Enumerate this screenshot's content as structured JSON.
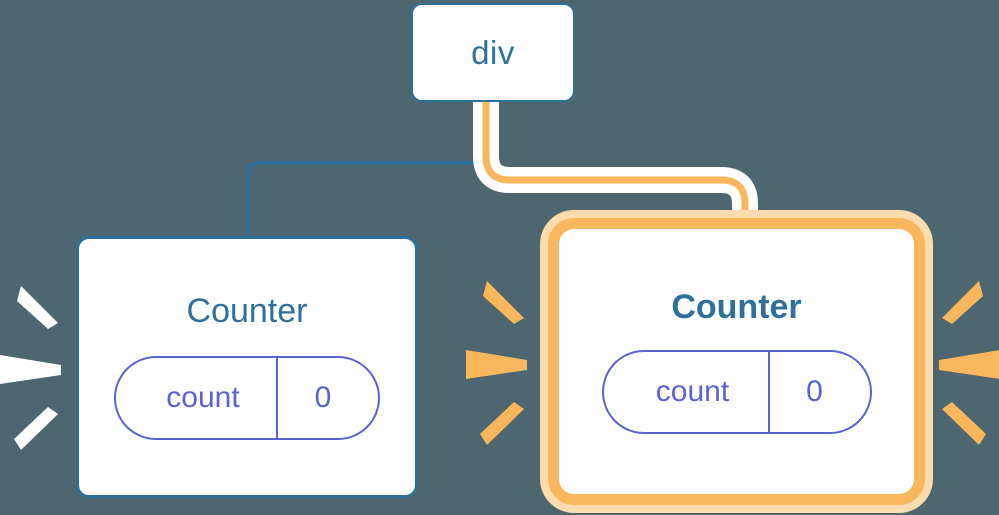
{
  "diagram": {
    "title": "React component tree re-render diagram",
    "background_color": "#4d666f",
    "nodes": {
      "root": {
        "label": "div",
        "border_color": "#2e7099",
        "text_color": "#2e7099"
      },
      "counter_plain": {
        "title": "Counter",
        "border_color": "#2e7099",
        "title_color": "#2e7099",
        "state": {
          "key": "count",
          "value": "0",
          "color": "#5b63d3"
        }
      },
      "counter_highlight": {
        "title": "Counter",
        "border_color": "#f8b75d",
        "glow_color": "#fbdcae",
        "title_color": "#2e7099",
        "state": {
          "key": "count",
          "value": "0",
          "color": "#5b63d3"
        }
      }
    },
    "edges": [
      {
        "name": "edge-div-to-counter-plain",
        "from": "div",
        "to": "counter-plain",
        "color": "#2e7099",
        "style": "plain"
      },
      {
        "name": "edge-div-to-counter-highlight",
        "from": "div",
        "to": "counter-highlight",
        "color": "#f8b75d",
        "halo_color": "#ffffff",
        "style": "highlighted"
      }
    ],
    "sparkles": [
      {
        "name": "sparkle-burst-left",
        "color": "#ffffff",
        "count": 3,
        "direction": "right"
      },
      {
        "name": "sparkle-burst-middle",
        "color": "#f8b75d",
        "count": 3,
        "direction": "right"
      },
      {
        "name": "sparkle-burst-right",
        "color": "#f8b75d",
        "count": 3,
        "direction": "left"
      }
    ]
  }
}
